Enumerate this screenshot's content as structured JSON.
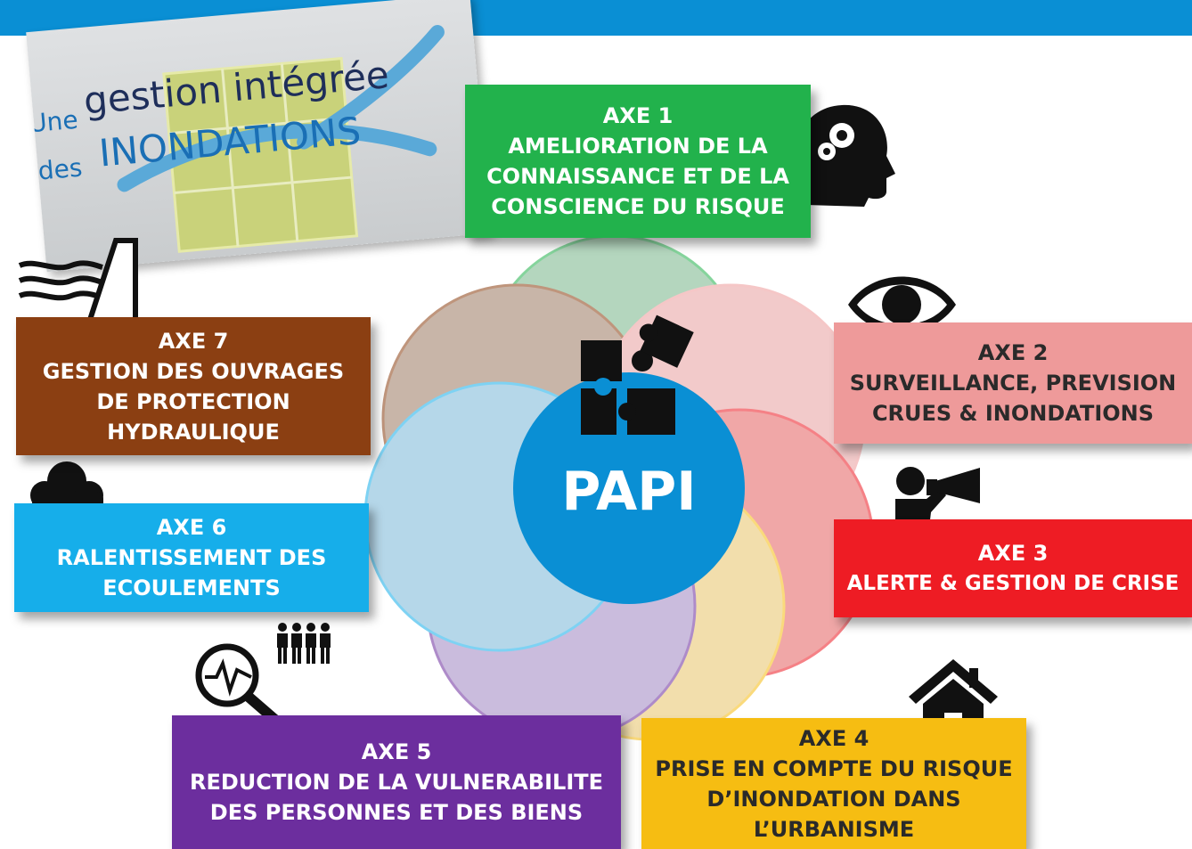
{
  "logo": {
    "une": "Une",
    "gestion": "gestion intégrée",
    "des": "des",
    "inondations": "INONDATIONS"
  },
  "center": {
    "label": "PAPI"
  },
  "axes": [
    {
      "id": "axe1",
      "title": "AXE 1",
      "lines": [
        "AMELIORATION DE LA",
        "CONNAISSANCE ET DE LA",
        "CONSCIENCE DU RISQUE"
      ],
      "color": "#22b24c",
      "icon": "head-gears-icon"
    },
    {
      "id": "axe2",
      "title": "AXE 2",
      "lines": [
        "SURVEILLANCE, PREVISION",
        "CRUES & INONDATIONS"
      ],
      "color": "#ee9a9a",
      "icon": "eye-icon"
    },
    {
      "id": "axe3",
      "title": "AXE 3",
      "lines": [
        "ALERTE & GESTION DE CRISE"
      ],
      "color": "#ee1c24",
      "icon": "megaphone-person-icon"
    },
    {
      "id": "axe4",
      "title": "AXE 4",
      "lines": [
        "PRISE EN COMPTE DU RISQUE",
        "D’INONDATION DANS",
        "L’URBANISME"
      ],
      "color": "#f6bd12",
      "icon": "house-icon"
    },
    {
      "id": "axe5",
      "title": "AXE 5",
      "lines": [
        "REDUCTION DE LA VULNERABILITE",
        "DES PERSONNES ET DES BIENS"
      ],
      "color": "#6c2e9e",
      "icon": "magnifier-people-icon"
    },
    {
      "id": "axe6",
      "title": "AXE 6",
      "lines": [
        "RALENTISSEMENT DES",
        "ECOULEMENTS"
      ],
      "color": "#16aeea",
      "icon": "rain-cloud-icon"
    },
    {
      "id": "axe7",
      "title": "AXE 7",
      "lines": [
        "GESTION DES OUVRAGES",
        "DE PROTECTION",
        "HYDRAULIQUE"
      ],
      "color": "#8b3f12",
      "icon": "dam-icon"
    }
  ],
  "colors": {
    "topbar": "#0a8fd4",
    "center": "#0a8fd4",
    "logo_blue": "#1a6fb5",
    "logo_river": "#5aa9d8",
    "logo_square": "#c9d27a"
  }
}
